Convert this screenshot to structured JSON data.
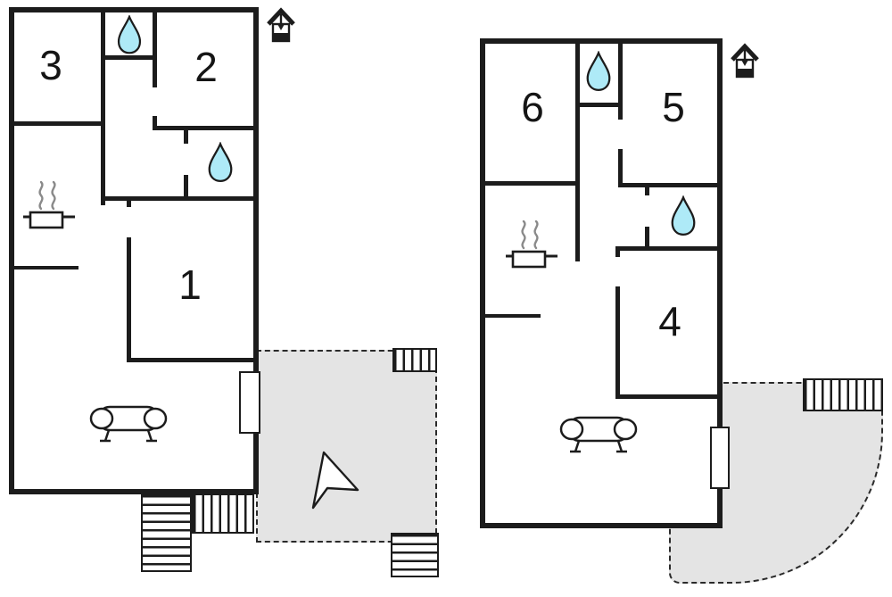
{
  "colors": {
    "wall": "#1c1c1c",
    "water_drop": "#aeeaf7",
    "terrace_fill": "#e4e4e4",
    "steam": "#8a8a8a",
    "background": "#ffffff"
  },
  "left_plan": {
    "rooms": [
      {
        "id": "room-3",
        "label": "3"
      },
      {
        "id": "room-2",
        "label": "2"
      },
      {
        "id": "room-1",
        "label": "1"
      }
    ]
  },
  "right_plan": {
    "rooms": [
      {
        "id": "room-6",
        "label": "6"
      },
      {
        "id": "room-5",
        "label": "5"
      },
      {
        "id": "room-4",
        "label": "4"
      }
    ]
  },
  "icons": {
    "water_drop": "water-drop-icon",
    "stove": "stove-pot-steam-icon",
    "sofa": "sofa-icon",
    "window": "window",
    "entrance": "entrance-icon",
    "stairs": "stairs-icon",
    "direction_arrow": "direction-arrow-icon"
  }
}
